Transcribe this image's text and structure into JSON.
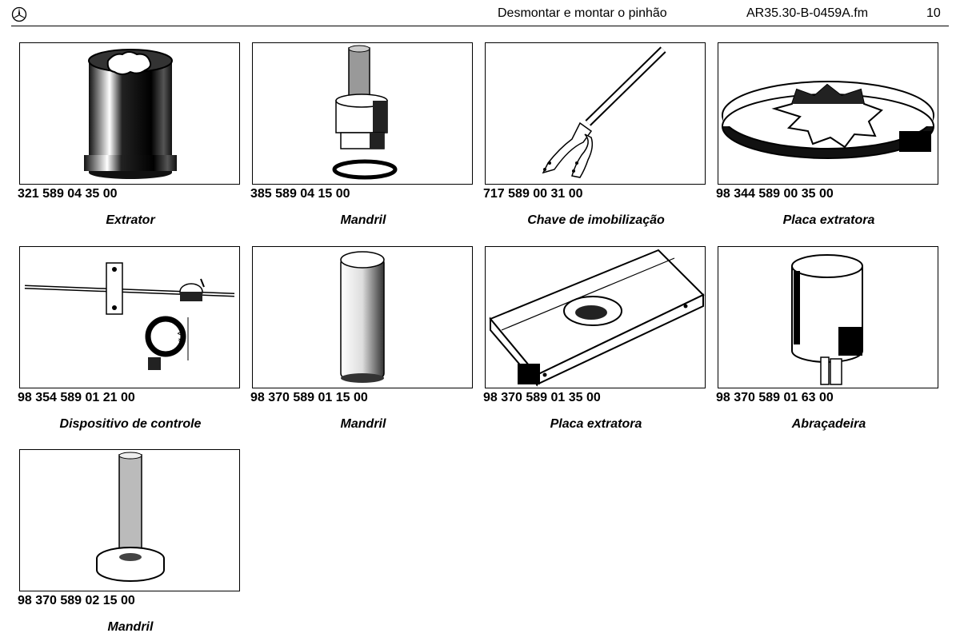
{
  "header": {
    "title": "Desmontar e montar o pinhão",
    "doc_id": "AR35.30-B-0459A.fm",
    "page_number": "10"
  },
  "tools": [
    {
      "code": "321 589 04 35 00",
      "name": "Extrator",
      "icon": "extractor-sleeve-icon"
    },
    {
      "code": "385 589 04 15 00",
      "name": "Mandril",
      "icon": "mandrel-with-ring-icon"
    },
    {
      "code": "717 589 00 31 00",
      "name": "Chave de imobilização",
      "icon": "immobilizing-wrench-icon"
    },
    {
      "code": "98 344 589 00 35 00",
      "name": "Placa extratora",
      "icon": "extractor-disc-icon"
    },
    {
      "code": "98 354 589 01 21 00",
      "name": "Dispositivo de controle",
      "icon": "gauge-device-icon",
      "annotation": "ø A"
    },
    {
      "code": "98 370 589 01 15 00",
      "name": "Mandril",
      "icon": "cylindrical-mandrel-icon"
    },
    {
      "code": "98 370 589 01 35 00",
      "name": "Placa extratora",
      "icon": "extractor-plate-icon"
    },
    {
      "code": "98 370 589 01 63 00",
      "name": "Abraçadeira",
      "icon": "clamp-ring-icon"
    },
    {
      "code": "98 370 589 02 15 00",
      "name": "Mandril",
      "icon": "flanged-mandrel-icon"
    }
  ]
}
